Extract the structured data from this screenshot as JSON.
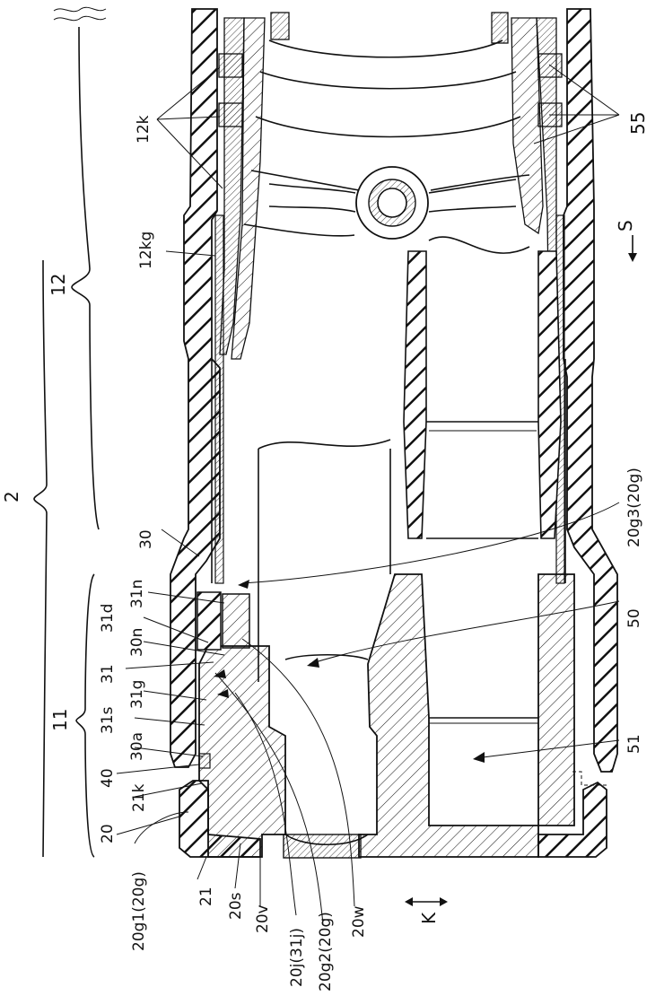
{
  "figure": {
    "labels": {
      "l2": "2",
      "l12": "12",
      "l11": "11",
      "l12k": "12k",
      "l12kg": "12kg",
      "l55": "55",
      "lS": "S",
      "l30": "30",
      "l31n": "31n",
      "l31d": "31d",
      "l30n": "30n",
      "l31": "31",
      "l31g": "31g",
      "l31s": "31s",
      "l30a": "30a",
      "l40": "40",
      "l21k": "21k",
      "l20": "20",
      "l20g1": "20g1(20g)",
      "l21": "21",
      "l20s": "20s",
      "l20v": "20v",
      "l20j": "20j(31j)",
      "l20g2": "20g2(20g)",
      "l20w": "20w",
      "lK": "K",
      "l20g3": "20g3(20g)",
      "l50": "50",
      "l51": "51"
    }
  }
}
